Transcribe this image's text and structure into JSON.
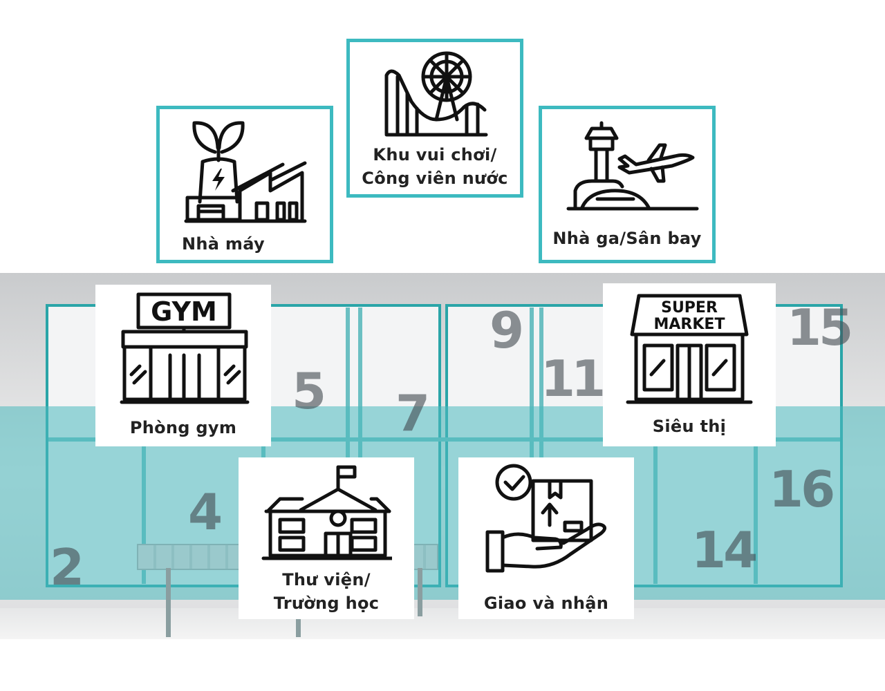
{
  "cards": {
    "amusement_park": {
      "label_line1": "Khu vui chơi/",
      "label_line2": "Công viên nước",
      "icon": "ferris-wheel-icon"
    },
    "factory": {
      "label": "Nhà máy",
      "icon": "factory-icon"
    },
    "airport": {
      "label": "Nhà ga/Sân bay",
      "icon": "airport-icon"
    },
    "gym": {
      "label": "Phòng gym",
      "icon": "gym-icon",
      "sign": "GYM"
    },
    "supermarket": {
      "label": "Siêu thị",
      "icon": "supermarket-icon",
      "sign_line1": "SUPER",
      "sign_line2": "MARKET"
    },
    "library": {
      "label_line1": "Thư viện/",
      "label_line2": "Trường học",
      "icon": "school-icon"
    },
    "delivery": {
      "label": "Giao và nhận",
      "icon": "delivery-icon"
    }
  },
  "lockers": {
    "numbers": [
      "2",
      "4",
      "5",
      "7",
      "9",
      "11",
      "14",
      "15",
      "16"
    ]
  },
  "colors": {
    "accent": "#3dbac0",
    "locker_teal": "#2aa5a8",
    "icon_stroke": "#111111",
    "label_text": "#222222"
  }
}
